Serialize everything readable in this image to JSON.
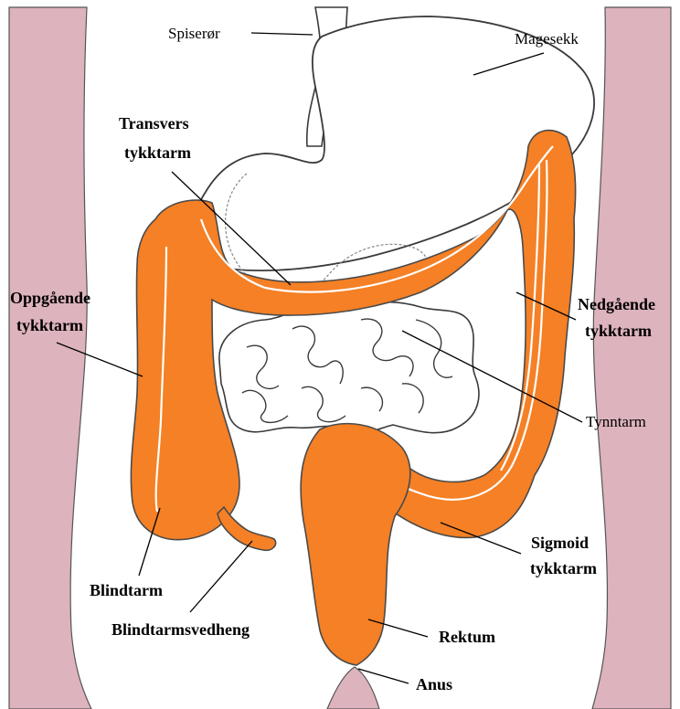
{
  "labels": {
    "spiseror": "Spiserør",
    "magesekk": "Magesekk",
    "transvers_line1": "Transvers",
    "transvers_line2": "tykktarm",
    "oppgaende_line1": "Oppgående",
    "oppgaende_line2": "tykktarm",
    "nedgaende_line1": "Nedgående",
    "nedgaende_line2": "tykktarm",
    "tynntarm": "Tynntarm",
    "sigmoid_line1": "Sigmoid",
    "sigmoid_line2": "tykktarm",
    "blindtarm": "Blindtarm",
    "blindtarmsvedheng": "Blindtarmsvedheng",
    "rektum": "Rektum",
    "anus": "Anus"
  },
  "colors": {
    "colon": "#f58025",
    "body_side": "#ddb3bd",
    "outline": "#3a3a3a",
    "background": "#ffffff"
  }
}
